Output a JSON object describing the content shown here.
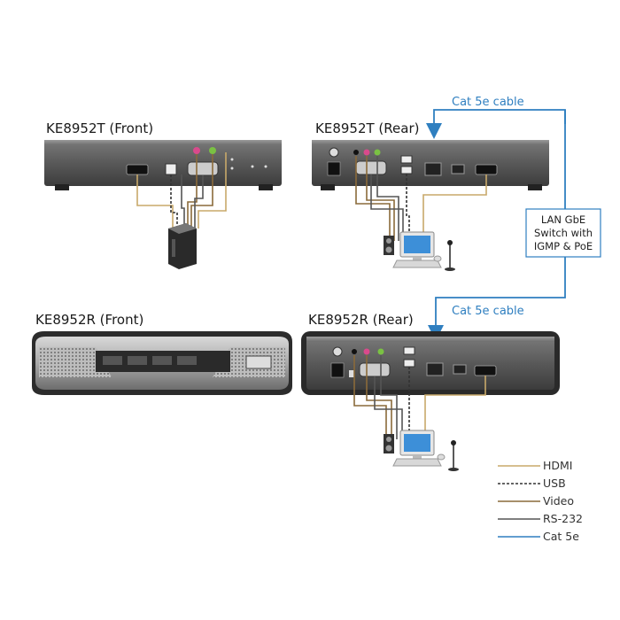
{
  "devices": {
    "tx_front": "KE8952T (Front)",
    "tx_rear": "KE8952T (Rear)",
    "rx_front": "KE8952R (Front)",
    "rx_rear": "KE8952R (Rear)"
  },
  "cables": {
    "top": "Cat 5e cable",
    "bottom": "Cat 5e cable"
  },
  "switch": {
    "line1": "LAN GbE",
    "line2": "Switch with",
    "line3": "IGMP & PoE"
  },
  "legend": [
    {
      "label": "HDMI",
      "color": "#c8a96a",
      "style": "solid"
    },
    {
      "label": "USB",
      "color": "#333333",
      "style": "dashed"
    },
    {
      "label": "Video",
      "color": "#8a6a3a",
      "style": "solid"
    },
    {
      "label": "RS-232",
      "color": "#555555",
      "style": "solid"
    },
    {
      "label": "Cat 5e",
      "color": "#2f7fc0",
      "style": "solid"
    }
  ],
  "colors": {
    "chassis": "#5e5e5e",
    "chassis_dark": "#3a3a3a",
    "cat5e": "#2f7fc0",
    "hdmi": "#c8a96a",
    "video": "#8a6a3a",
    "rs232": "#555555"
  }
}
